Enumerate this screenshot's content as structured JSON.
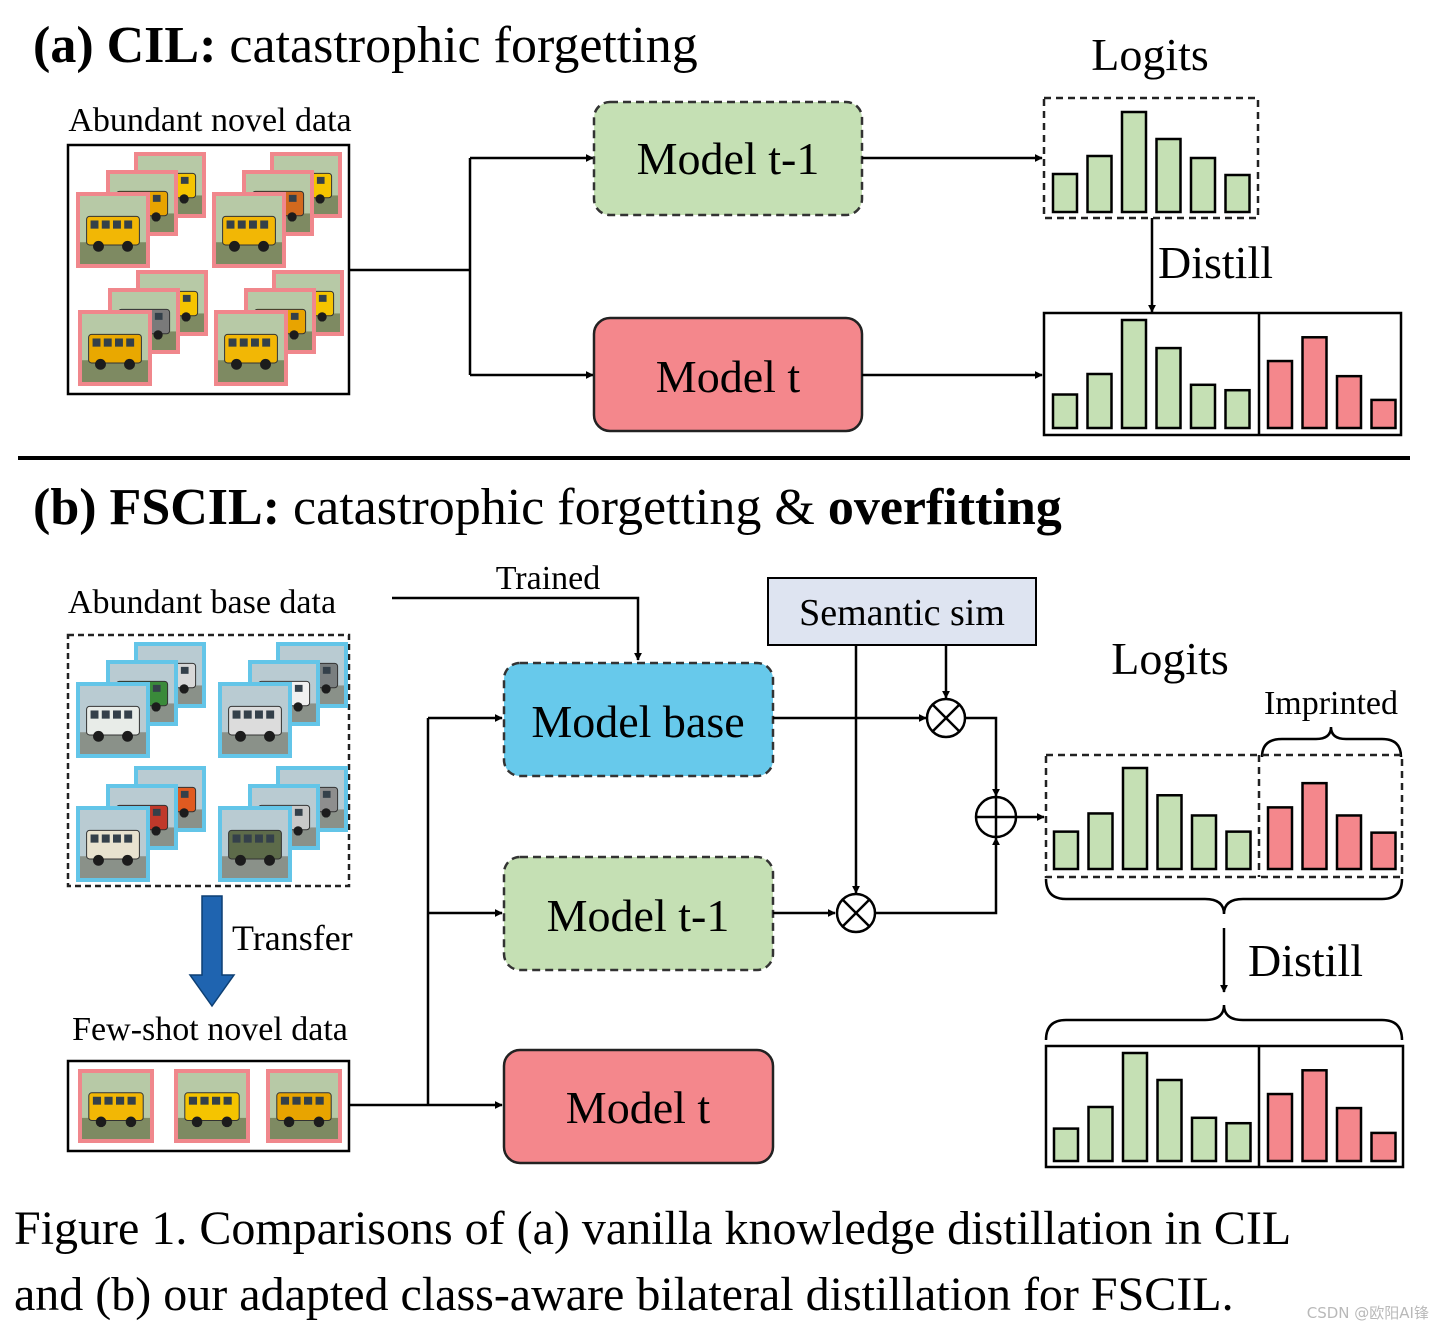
{
  "colors": {
    "green": "#c5e0b4",
    "red": "#f4878c",
    "blue": "#67c9eb",
    "sem": "#dee4f1",
    "arrow_blue": "#1f64b0",
    "thumb_red_border": "#f0878c",
    "thumb_blue_border": "#63c5e8"
  },
  "panel_a": {
    "title_bold": "(a) CIL:",
    "title_rest": " catastrophic forgetting",
    "data_label": "Abundant novel data",
    "model_prev": "Model t-1",
    "model_cur": "Model t",
    "logits_label": "Logits",
    "distill_label": "Distill",
    "teacher_logits": {
      "old": [
        0.38,
        0.56,
        1.0,
        0.73,
        0.54,
        0.37
      ],
      "new": []
    },
    "student_logits": {
      "old": [
        0.31,
        0.5,
        1.0,
        0.74,
        0.4,
        0.35
      ],
      "new": [
        0.62,
        0.84,
        0.48,
        0.26
      ]
    }
  },
  "panel_b": {
    "title_bold": "(b) FSCIL:",
    "title_mid": " catastrophic forgetting & ",
    "title_bold2": "overfitting",
    "base_label": "Abundant base data",
    "trained_label": "Trained",
    "transfer_label": "Transfer",
    "fewshot_label": "Few-shot novel data",
    "model_base": "Model base",
    "model_prev": "Model t-1",
    "model_cur": "Model t",
    "semantic_label": "Semantic sim",
    "logits_label": "Logits",
    "imprinted_label": "Imprinted",
    "distill_label": "Distill",
    "teacher_logits": {
      "old": [
        0.37,
        0.55,
        1.0,
        0.73,
        0.53,
        0.37
      ],
      "new": [
        0.61,
        0.85,
        0.53,
        0.36
      ]
    },
    "student_logits": {
      "old": [
        0.3,
        0.5,
        1.0,
        0.75,
        0.4,
        0.35
      ],
      "new": [
        0.62,
        0.84,
        0.49,
        0.26
      ]
    }
  },
  "caption": {
    "line1": "Figure 1. Comparisons of (a) vanilla knowledge distillation in CIL",
    "line2": "and (b) our adapted class-aware bilateral distillation for FSCIL."
  },
  "watermark": "CSDN @欧阳AI锋"
}
